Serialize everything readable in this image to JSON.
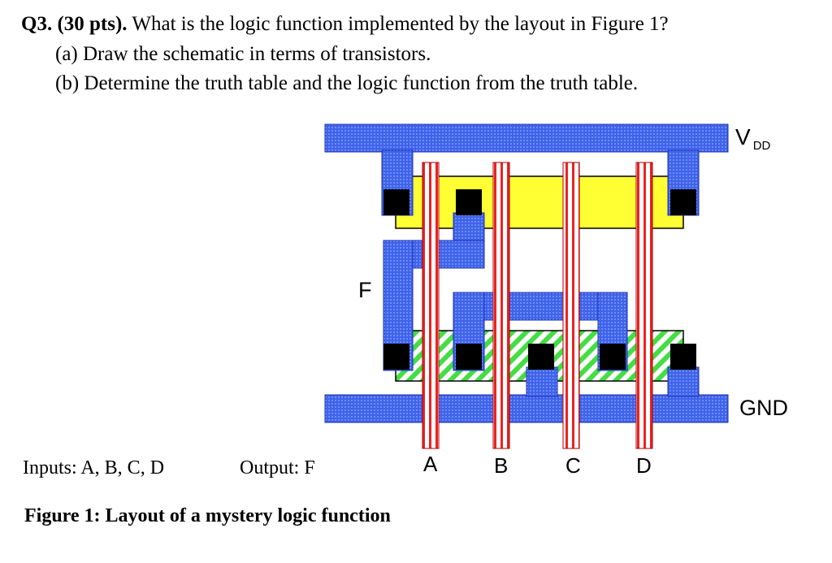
{
  "question": {
    "number": "Q3.",
    "points": "(30 pts).",
    "text": "What is the logic function implemented by the layout in Figure 1?",
    "part_a_label": "(a)",
    "part_a": "Draw the schematic in terms of transistors.",
    "part_b_label": "(b)",
    "part_b": "Determine the truth table and the logic function from the truth table."
  },
  "layout": {
    "vdd_label": "V",
    "vdd_sub": "DD",
    "gnd_label": "GND",
    "output_label": "F",
    "gate_labels": [
      "A",
      "B",
      "C",
      "D"
    ],
    "colors": {
      "metal": "#3f63e8",
      "metal_dot": "#7f9cff",
      "pdiff": "#ffff33",
      "ndiff_green": "#44dd44",
      "poly": "#ee2222",
      "contact": "#000000"
    }
  },
  "footer": {
    "inputs": "Inputs: A, B, C, D",
    "output": "Output: F",
    "caption": "Figure 1: Layout of a mystery logic function"
  }
}
